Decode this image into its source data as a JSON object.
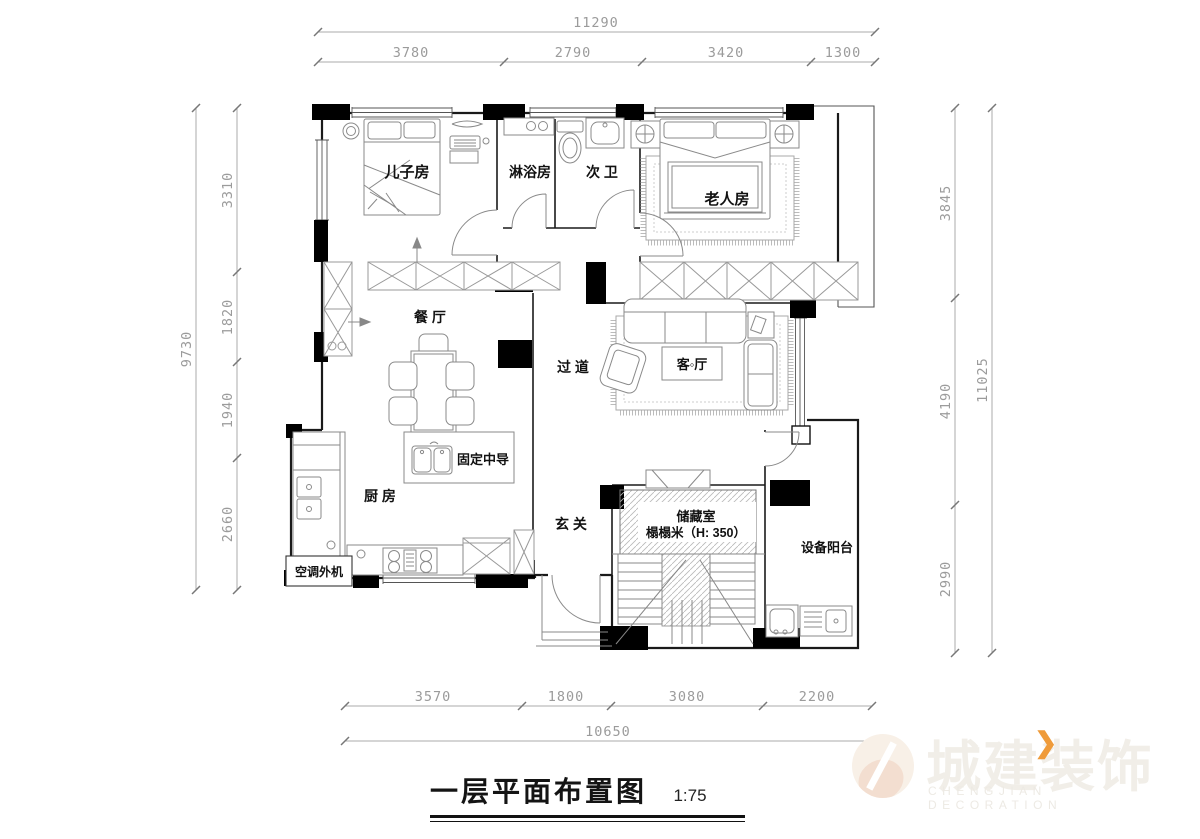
{
  "title": {
    "text": "一层平面布置图",
    "scale": "1:75"
  },
  "logo": {
    "cn": "城建装饰",
    "en": "CHENGJIAN DECORATION",
    "chevron": "❯",
    "accent": "#ef9b3a",
    "watermark": "#f1eee8"
  },
  "rooms": {
    "son": "儿子房",
    "shower": "淋浴房",
    "bath": "次 卫",
    "elder": "老人房",
    "dining": "餐 厅",
    "corridor": "过 道",
    "living": "客◦厅",
    "island": "固定中导",
    "kitchen": "厨 房",
    "ac": "空调外机",
    "entry": "玄 关",
    "storage1": "储藏室",
    "storage2": "榻榻米（H: 350）",
    "balcony": "设备阳台"
  },
  "dims": {
    "top": {
      "total": "11290",
      "segments": [
        "3780",
        "2790",
        "3420",
        "1300"
      ]
    },
    "left": {
      "total": "9730",
      "segments": [
        "3310",
        "1820",
        "1940",
        "2660"
      ]
    },
    "right": {
      "total": "11025",
      "segments": [
        "3845",
        "4190",
        "2990"
      ]
    },
    "bottom": {
      "total": "10650",
      "segments": [
        "3570",
        "1800",
        "3080",
        "2200"
      ]
    }
  }
}
